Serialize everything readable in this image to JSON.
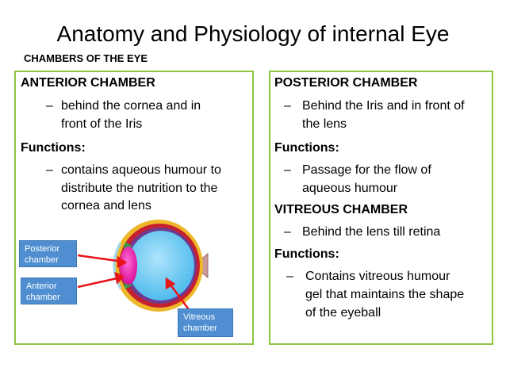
{
  "title": "Anatomy and Physiology of internal Eye",
  "subtitle": "CHAMBERS OF THE EYE",
  "left": {
    "heading": "ANTERIOR CHAMBER",
    "bullet1_line1": "behind the cornea and in",
    "bullet1_line2": "front of the Iris",
    "functions_label": "Functions:",
    "bullet2_line1": "contains aqueous humour to",
    "bullet2_line2": "distribute the nutrition to the",
    "bullet2_line3": "cornea and lens"
  },
  "right": {
    "heading": "POSTERIOR CHAMBER",
    "bullet1_line1": "Behind the Iris and in front of",
    "bullet1_line2": "the lens",
    "functions_label": "Functions:",
    "bullet2_line1": "Passage for the flow of",
    "bullet2_line2": "aqueous humour",
    "heading2": "VITREOUS CHAMBER",
    "bullet3_line1": "Behind the lens till retina",
    "functions_label2": "Functions:",
    "bullet4_line1": "Contains vitreous humour",
    "bullet4_line2": "gel that maintains the shape",
    "bullet4_line3": "of the eyeball"
  },
  "dash": "–",
  "labels": {
    "posterior_l1": "Posterior",
    "posterior_l2": "chamber",
    "anterior_l1": "Anterior",
    "anterior_l2": "chamber",
    "vitreous_l1": "Vitreous",
    "vitreous_l2": "chamber"
  },
  "colors": {
    "border": "#8dc63f",
    "label_bg": "#4f8fd1",
    "arrow": "#e8141b"
  }
}
